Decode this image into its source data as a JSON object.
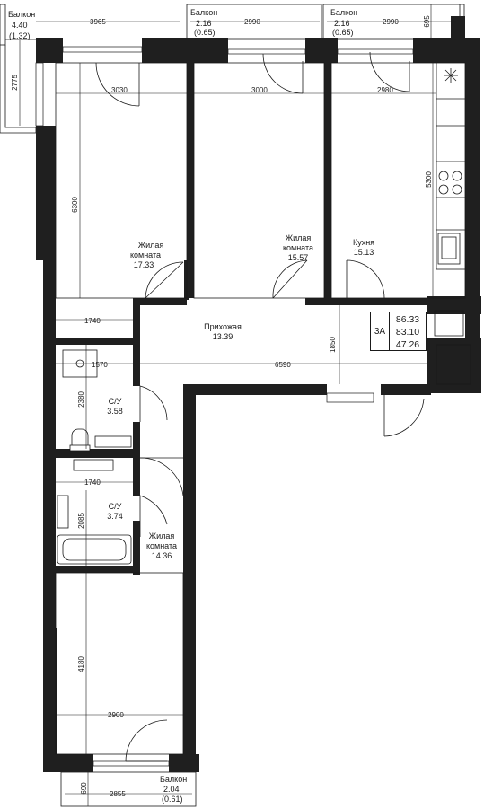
{
  "apartment": {
    "type": "3А",
    "total_area": "86.33",
    "area_reduced": "83.10",
    "living_area": "47.26"
  },
  "rooms": {
    "living_1": {
      "name_1": "Жилая",
      "name_2": "комната",
      "area": "17.33"
    },
    "living_2": {
      "name_1": "Жилая",
      "name_2": "комната",
      "area": "15.57"
    },
    "kitchen": {
      "name": "Кухня",
      "area": "15.13"
    },
    "hall": {
      "name": "Прихожая",
      "area": "13.39"
    },
    "bath_1": {
      "name": "С/У",
      "area": "3.58"
    },
    "bath_2": {
      "name": "С/У",
      "area": "3.74"
    },
    "living_3": {
      "name_1": "Жилая",
      "name_2": "комната",
      "area": "14.36"
    }
  },
  "balconies": {
    "b1": {
      "name": "Балкон",
      "area": "4.40",
      "area_reduced": "(1.32)"
    },
    "b2": {
      "name": "Балкон",
      "area": "2.16",
      "area_reduced": "(0.65)"
    },
    "b3": {
      "name": "Балкон",
      "area": "2.16",
      "area_reduced": "(0.65)"
    },
    "b4": {
      "name": "Балкон",
      "area": "2.04",
      "area_reduced": "(0.61)"
    }
  },
  "dimensions": {
    "b1_width": "3965",
    "b1_depth": "2775",
    "b2_width": "2990",
    "b3_width": "2990",
    "b3_depth": "695",
    "b4_width": "2855",
    "b4_depth": "690",
    "room1_width": "3030",
    "room1_depth": "6300",
    "room2_width": "3000",
    "kitchen_width": "2980",
    "kitchen_depth": "5300",
    "hall_1740": "1740",
    "hall_depth": "1850",
    "hall_length": "6590",
    "bath1_width": "1570",
    "bath1_depth": "2380",
    "bath2_width": "1740",
    "bath2_depth": "2085",
    "room3_depth": "4180",
    "room3_width": "2900"
  },
  "icons": [
    "ventilation-icon",
    "door-swing-icon",
    "window-icon",
    "bathtub-icon",
    "toilet-icon",
    "sink-icon",
    "stove-icon"
  ]
}
